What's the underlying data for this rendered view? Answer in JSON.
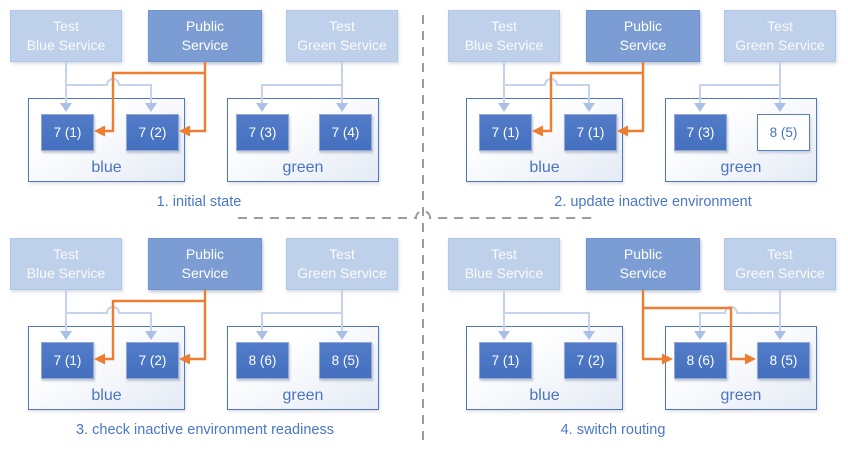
{
  "colors": {
    "accent_blue": "#4472c4",
    "pod_fill_blue": "#4a74c4",
    "public_service_fill": "#7c9dd4",
    "test_service_fill": "#bed0ea",
    "route_orange": "#ed7d31",
    "test_route_light_blue": "#c5d3ec",
    "divider_gray": "#9b9b9b"
  },
  "quadrants": [
    {
      "caption": "1. initial state",
      "public_traffic_target": "blue",
      "services": [
        {
          "name": "test-blue-service",
          "lines": [
            "Test",
            "Blue Service"
          ]
        },
        {
          "name": "public-service",
          "lines": [
            "Public",
            "Service"
          ]
        },
        {
          "name": "test-green-service",
          "lines": [
            "Test",
            "Green Service"
          ]
        }
      ],
      "environments": [
        {
          "name": "blue",
          "pods": [
            {
              "label": "7 (1)",
              "state": "active"
            },
            {
              "label": "7 (2)",
              "state": "active"
            }
          ]
        },
        {
          "name": "green",
          "pods": [
            {
              "label": "7 (3)",
              "state": "active"
            },
            {
              "label": "7 (4)",
              "state": "active"
            }
          ]
        }
      ]
    },
    {
      "caption": "2. update inactive environment",
      "public_traffic_target": "blue",
      "services": [
        {
          "name": "test-blue-service",
          "lines": [
            "Test",
            "Blue Service"
          ]
        },
        {
          "name": "public-service",
          "lines": [
            "Public",
            "Service"
          ]
        },
        {
          "name": "test-green-service",
          "lines": [
            "Test",
            "Green Service"
          ]
        }
      ],
      "environments": [
        {
          "name": "blue",
          "pods": [
            {
              "label": "7 (1)",
              "state": "active"
            },
            {
              "label": "7 (1)",
              "state": "active"
            }
          ]
        },
        {
          "name": "green",
          "pods": [
            {
              "label": "7 (3)",
              "state": "active"
            },
            {
              "label": "8 (5)",
              "state": "staging"
            }
          ]
        }
      ]
    },
    {
      "caption": "3. check inactive environment readiness",
      "public_traffic_target": "blue",
      "services": [
        {
          "name": "test-blue-service",
          "lines": [
            "Test",
            "Blue Service"
          ]
        },
        {
          "name": "public-service",
          "lines": [
            "Public",
            "Service"
          ]
        },
        {
          "name": "test-green-service",
          "lines": [
            "Test",
            "Green Service"
          ]
        }
      ],
      "environments": [
        {
          "name": "blue",
          "pods": [
            {
              "label": "7 (1)",
              "state": "active"
            },
            {
              "label": "7 (2)",
              "state": "active"
            }
          ]
        },
        {
          "name": "green",
          "pods": [
            {
              "label": "8 (6)",
              "state": "active"
            },
            {
              "label": "8 (5)",
              "state": "active"
            }
          ]
        }
      ]
    },
    {
      "caption": "4. switch routing",
      "public_traffic_target": "green",
      "services": [
        {
          "name": "test-blue-service",
          "lines": [
            "Test",
            "Blue Service"
          ]
        },
        {
          "name": "public-service",
          "lines": [
            "Public",
            "Service"
          ]
        },
        {
          "name": "test-green-service",
          "lines": [
            "Test",
            "Green Service"
          ]
        }
      ],
      "environments": [
        {
          "name": "blue",
          "pods": [
            {
              "label": "7 (1)",
              "state": "active"
            },
            {
              "label": "7 (2)",
              "state": "active"
            }
          ]
        },
        {
          "name": "green",
          "pods": [
            {
              "label": "8 (6)",
              "state": "active"
            },
            {
              "label": "8 (5)",
              "state": "active"
            }
          ]
        }
      ]
    }
  ]
}
